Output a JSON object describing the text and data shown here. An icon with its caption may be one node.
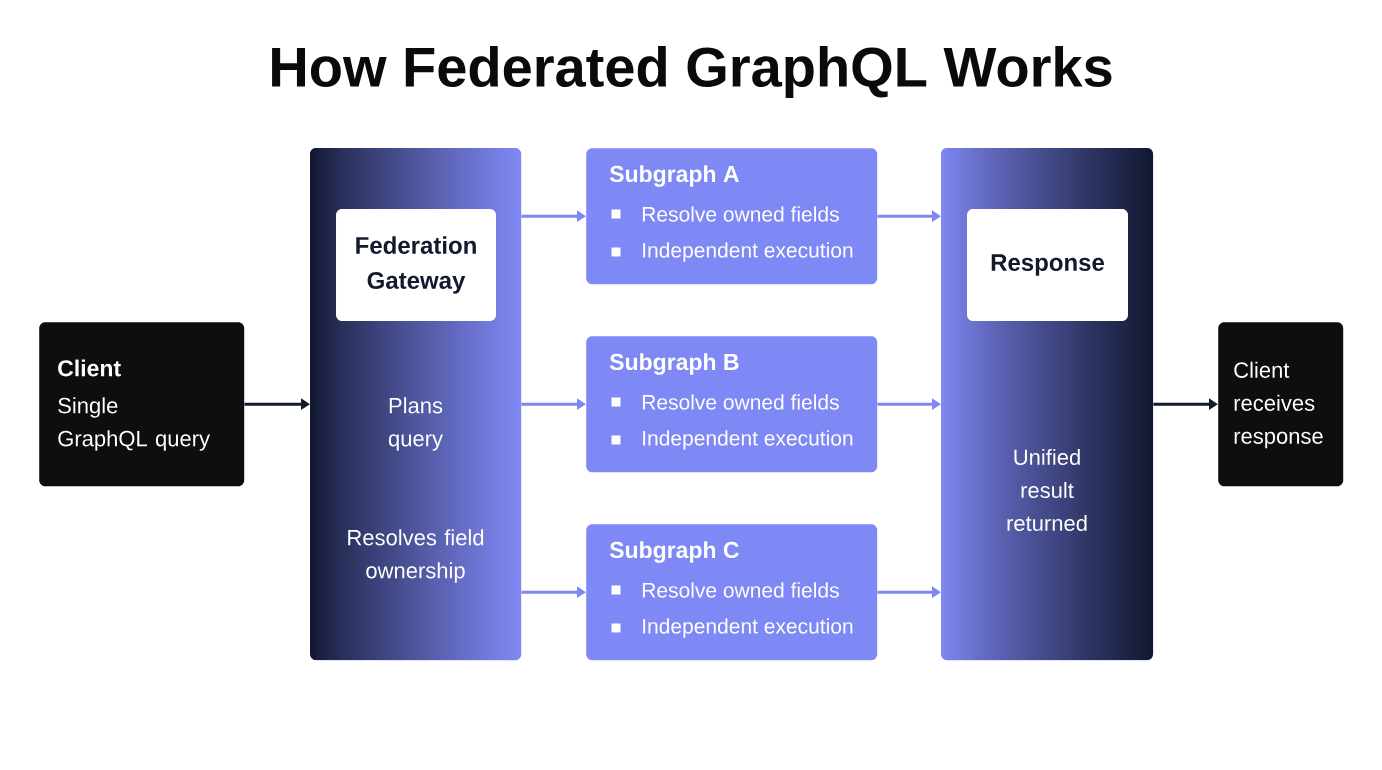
{
  "diagram": {
    "title": "How Federated GraphQL Works",
    "nodes": [
      {
        "text": [
          "Client",
          "Single GraphQL query"
        ]
      },
      {
        "text": [
          "Plans query",
          "Resolves field ownership"
        ]
      },
      {
        "text": [
          "Federation Gateway"
        ],
        "in": 1
      },
      {
        "text": [
          "Subgraph A",
          "Resolve owned fields",
          "Independent execution"
        ]
      },
      {
        "text": [
          "Subgraph B",
          "Resolve owned fields",
          "Independent execution"
        ]
      },
      {
        "text": [
          "Subgraph C",
          "Resolve owned fields",
          "Independent execution"
        ]
      },
      {
        "text": [
          "Unified result returned"
        ]
      },
      {
        "text": [
          "Response"
        ],
        "in": 6
      },
      {
        "text": [
          "Client receives response"
        ]
      }
    ],
    "edges": [
      {
        "from": 0,
        "to": 1,
        "arrow": "to",
        "color": "#141a2e"
      },
      {
        "from": 1,
        "to": 3,
        "arrow": "to"
      },
      {
        "from": 1,
        "to": 4,
        "arrow": "to"
      },
      {
        "from": 1,
        "to": 5,
        "arrow": "to"
      },
      {
        "from": 3,
        "to": 6,
        "arrow": "to"
      },
      {
        "from": 4,
        "to": 6,
        "arrow": "to"
      },
      {
        "from": 5,
        "to": 6,
        "arrow": "to"
      },
      {
        "from": 6,
        "to": 8,
        "arrow": "to",
        "color": "#141a2e"
      }
    ]
  }
}
